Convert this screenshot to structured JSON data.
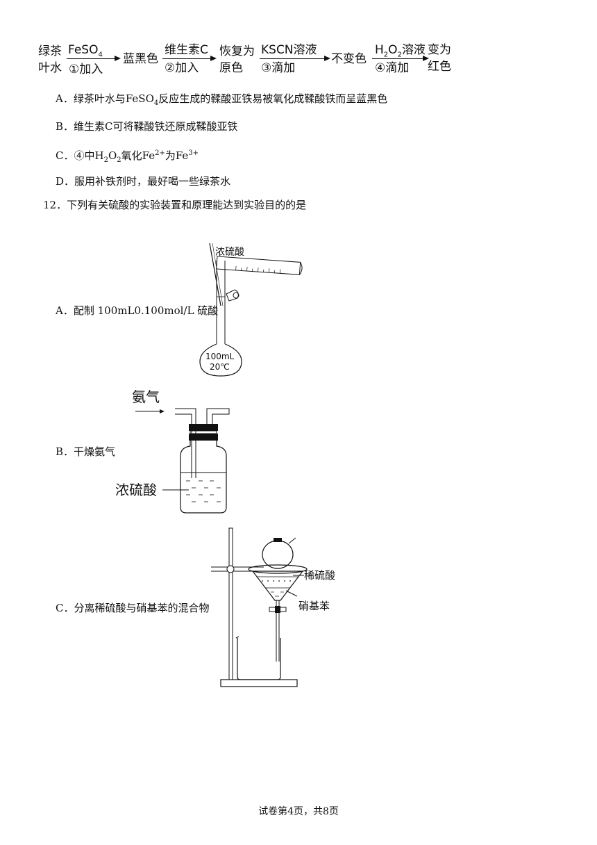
{
  "flow": {
    "start_top": "绿茶",
    "start_bottom": "叶水",
    "step1_reagent": "FeSO",
    "step1_reagent_sub": "4",
    "step1_action": "①加入",
    "result1": "蓝黑色",
    "step2_reagent": "维生素C",
    "step2_action": "②加入",
    "result2_top": "恢复为",
    "result2_bottom": "原色",
    "step3_reagent": "KSCN溶液",
    "step3_action": "③滴加",
    "result3": "不变色",
    "step4_reagent_pre": "H",
    "step4_reagent_sub1": "2",
    "step4_reagent_mid": "O",
    "step4_reagent_sub2": "2",
    "step4_reagent_post": "溶液",
    "step4_action": "④滴加",
    "result4_top": "变为",
    "result4_bottom": "红色"
  },
  "q11_options": {
    "a_pre": "A．绿茶叶水与FeSO",
    "a_sub": "4",
    "a_post": "反应生成的鞣酸亚铁易被氧化成鞣酸铁而呈蓝黑色",
    "b": "B．维生素C可将鞣酸铁还原成鞣酸亚铁",
    "c_pre": "C．④中H",
    "c_sub1": "2",
    "c_mid1": "O",
    "c_sub2": "2",
    "c_mid2": "氧化Fe",
    "c_sup1": "2+",
    "c_mid3": "为Fe",
    "c_sup2": "3+",
    "d": "D．服用补铁剂时，最好喝一些绿茶水"
  },
  "q12": {
    "stem": "12．下列有关硫酸的实验装置和原理能达到实验目的的是",
    "a_label": "A．配制 100mL0.100mol/L 硫酸",
    "a_fig_reagent": "浓硫酸",
    "a_fig_flask_vol": "100mL",
    "a_fig_flask_temp": "20℃",
    "b_label": "B．干燥氨气",
    "b_fig_gas": "氨气",
    "b_fig_liquid": "浓硫酸",
    "c_label": "C．分离稀硫酸与硝基苯的混合物",
    "c_fig_upper": "稀硫酸",
    "c_fig_lower": "硝基苯"
  },
  "footer": {
    "page": "试卷第4页，共8页"
  }
}
